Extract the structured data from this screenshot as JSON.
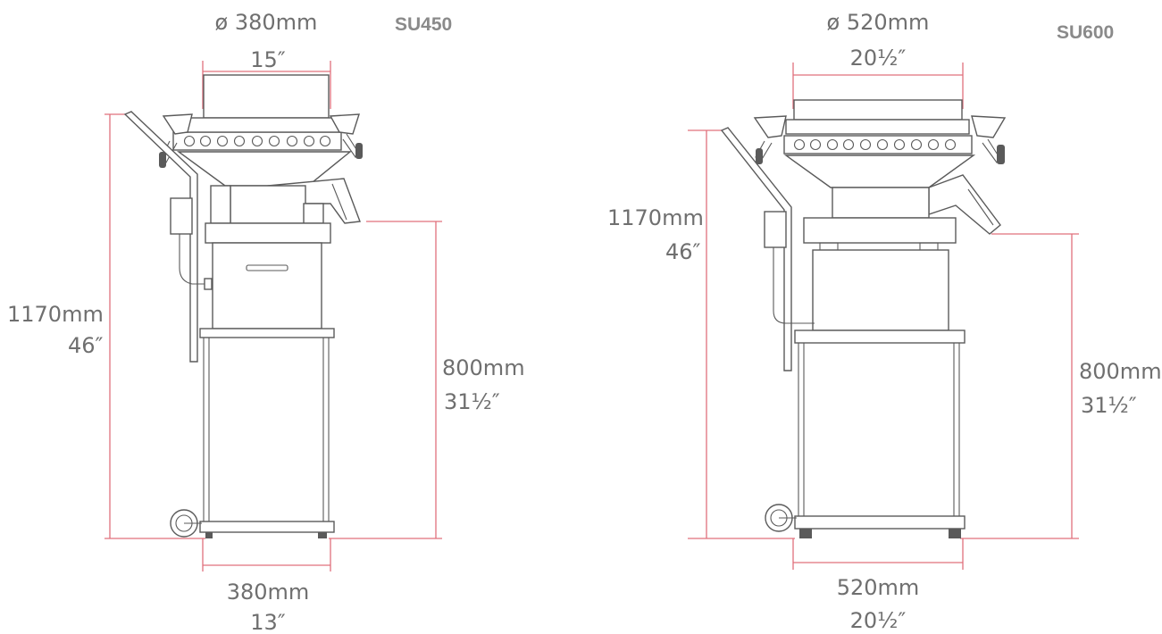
{
  "su450": {
    "model": "SU450",
    "top_diameter_mm": "ø 380mm",
    "top_diameter_in": "15″",
    "height_total_mm": "1170mm",
    "height_total_in": "46″",
    "outlet_height_mm": "800mm",
    "outlet_height_in": "31½″",
    "base_width_mm": "380mm",
    "base_width_in": "13″"
  },
  "su600": {
    "model": "SU600",
    "top_diameter_mm": "ø 520mm",
    "top_diameter_in": "20½″",
    "height_total_mm": "1170mm",
    "height_total_in": "46″",
    "outlet_height_mm": "800mm",
    "outlet_height_in": "31½″",
    "base_width_mm": "520mm",
    "base_width_in": "20½″"
  },
  "colors": {
    "dimension_line": "#e0707c",
    "machine_outline": "#5a5a5a",
    "text": "#6f6f6f"
  }
}
